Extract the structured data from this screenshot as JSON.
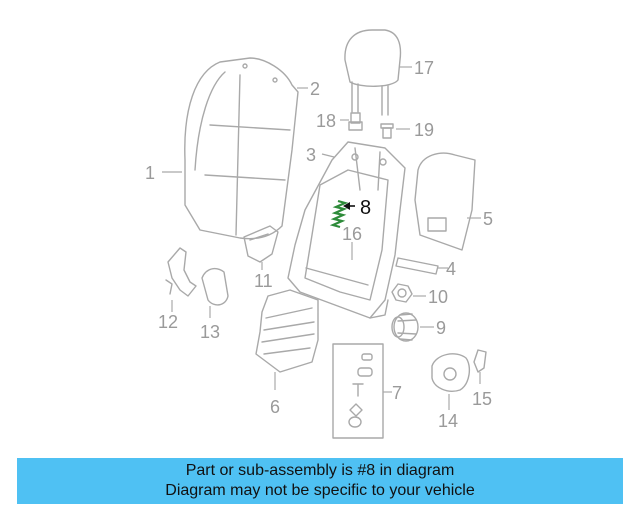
{
  "callouts": {
    "c1": "1",
    "c2": "2",
    "c3": "3",
    "c4": "4",
    "c5": "5",
    "c6": "6",
    "c7": "7",
    "c8": "8",
    "c9": "9",
    "c10": "10",
    "c11": "11",
    "c12": "12",
    "c13": "13",
    "c14": "14",
    "c15": "15",
    "c16": "16",
    "c17": "17",
    "c18": "18",
    "c19": "19"
  },
  "highlighted_part": "8",
  "highlight_color": "#2e8b3a",
  "banner": {
    "line1": "Part or sub-assembly is #8 in diagram",
    "line2": "Diagram may not be specific to your vehicle",
    "color": "#4fc1f3"
  }
}
